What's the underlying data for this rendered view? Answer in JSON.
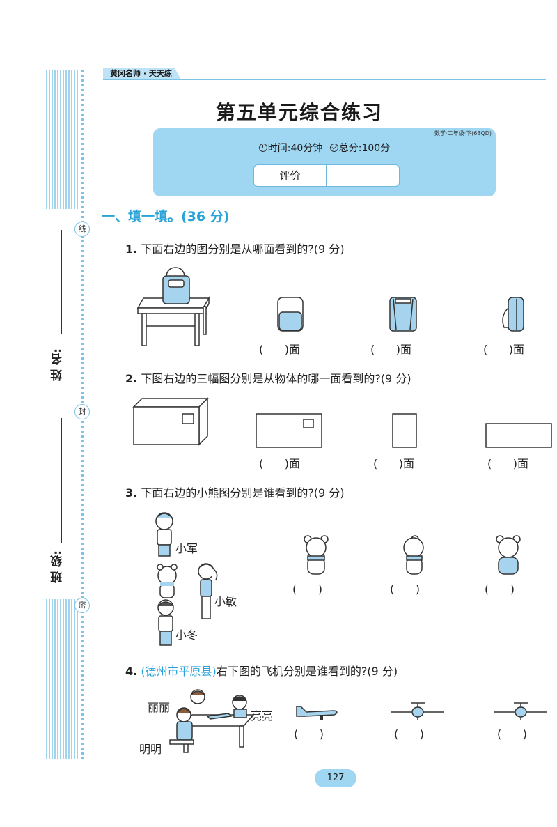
{
  "header": {
    "series": "黄冈名师 · 天天练"
  },
  "binding": {
    "line_mark": "线",
    "seal_mark": "封",
    "secret_mark": "密",
    "name_label": "姓 名:",
    "class_label": "班 级:"
  },
  "title": "第五单元综合练习",
  "info": {
    "edition": "数学·二年级·下(63QD)",
    "time": "时间:40分钟",
    "score": "总分:100分",
    "evaluation_label": "评价",
    "evaluation_value": ""
  },
  "section1": {
    "heading": "一、填一填。(36 分)"
  },
  "q1": {
    "number": "1.",
    "text": "下面右边的图分别是从哪面看到的?(9 分)",
    "answers": [
      "(      )面",
      "(      )面",
      "(      )面"
    ]
  },
  "q2": {
    "number": "2.",
    "text": "下图右边的三幅图分别是从物体的哪一面看到的?(9 分)",
    "answers": [
      "(      )面",
      "(      )面",
      "(      )面"
    ]
  },
  "q3": {
    "number": "3.",
    "text": "下面右边的小熊图分别是谁看到的?(9 分)",
    "names": [
      "小军",
      "小敏",
      "小冬"
    ],
    "answers": [
      "(      )",
      "(      )",
      "(      )"
    ]
  },
  "q4": {
    "number": "4.",
    "source": "(德州市平原县)",
    "text": "右下图的飞机分别是谁看到的?(9 分)",
    "names": [
      "丽丽",
      "亮亮",
      "明明"
    ],
    "answers": [
      "(      )",
      "(      )",
      "(      )"
    ]
  },
  "page_number": "127",
  "colors": {
    "accent": "#29a3d8",
    "panel": "#9fd7f2",
    "stripe": "#9fd3ee"
  }
}
